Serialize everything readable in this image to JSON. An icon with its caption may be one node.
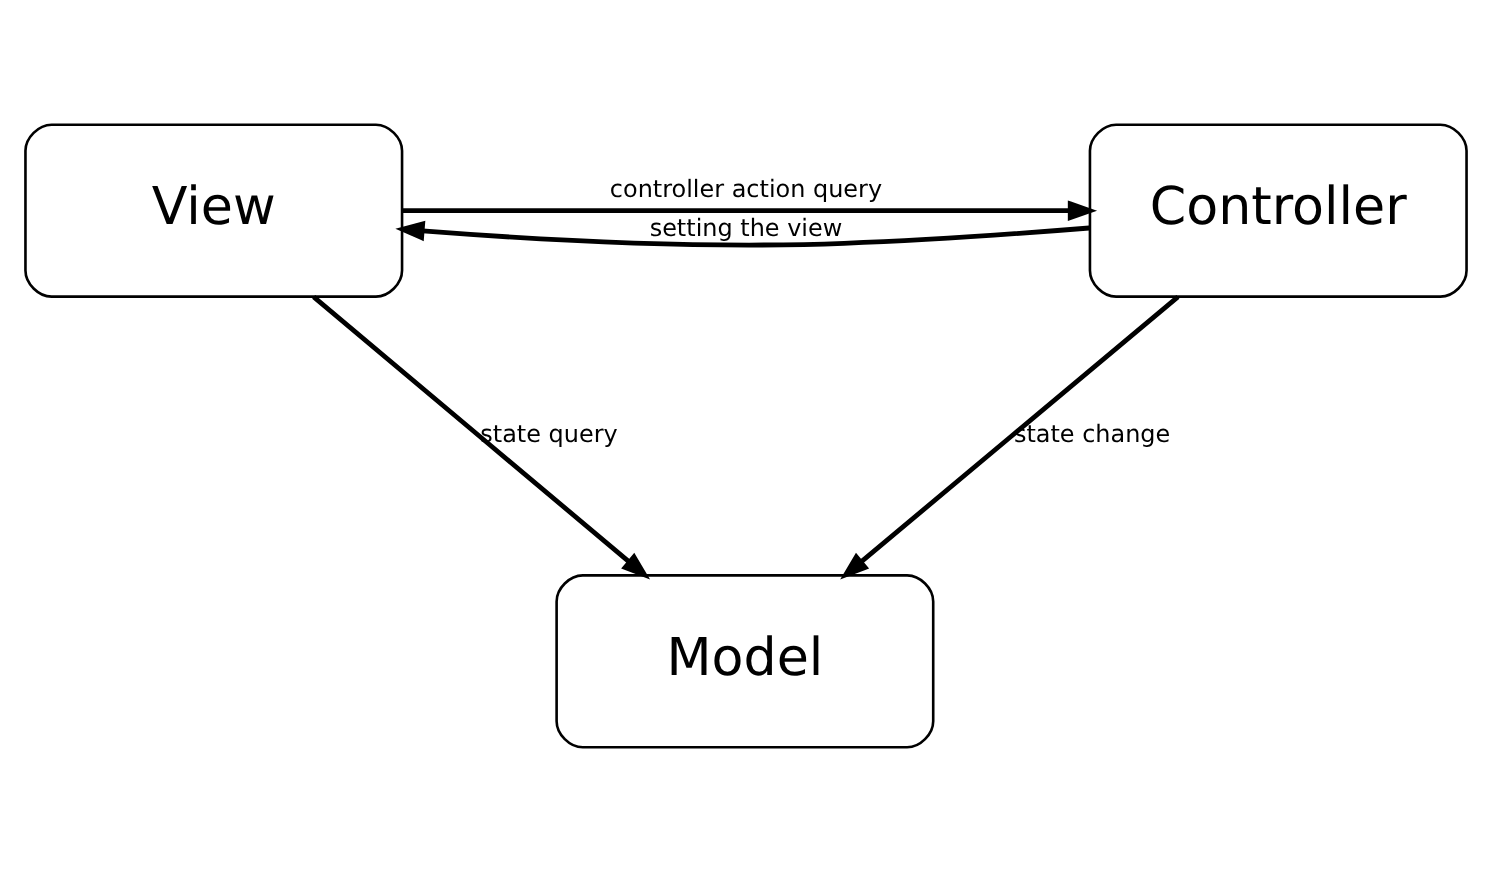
{
  "diagram": {
    "nodes": [
      {
        "text": [
          "Model"
        ]
      },
      {
        "text": [
          "View"
        ]
      },
      {
        "text": [
          "Controller"
        ]
      }
    ],
    "edges": [
      {
        "from": 1,
        "to": 0,
        "arrow": "to",
        "label": "state query"
      },
      {
        "from": 2,
        "to": 0,
        "arrow": "to",
        "label": "state change"
      },
      {
        "from": 2,
        "to": 1,
        "arrow": "to",
        "label": "setting the view"
      },
      {
        "from": 1,
        "to": 2,
        "arrow": "to",
        "label": "controller action query"
      }
    ]
  }
}
